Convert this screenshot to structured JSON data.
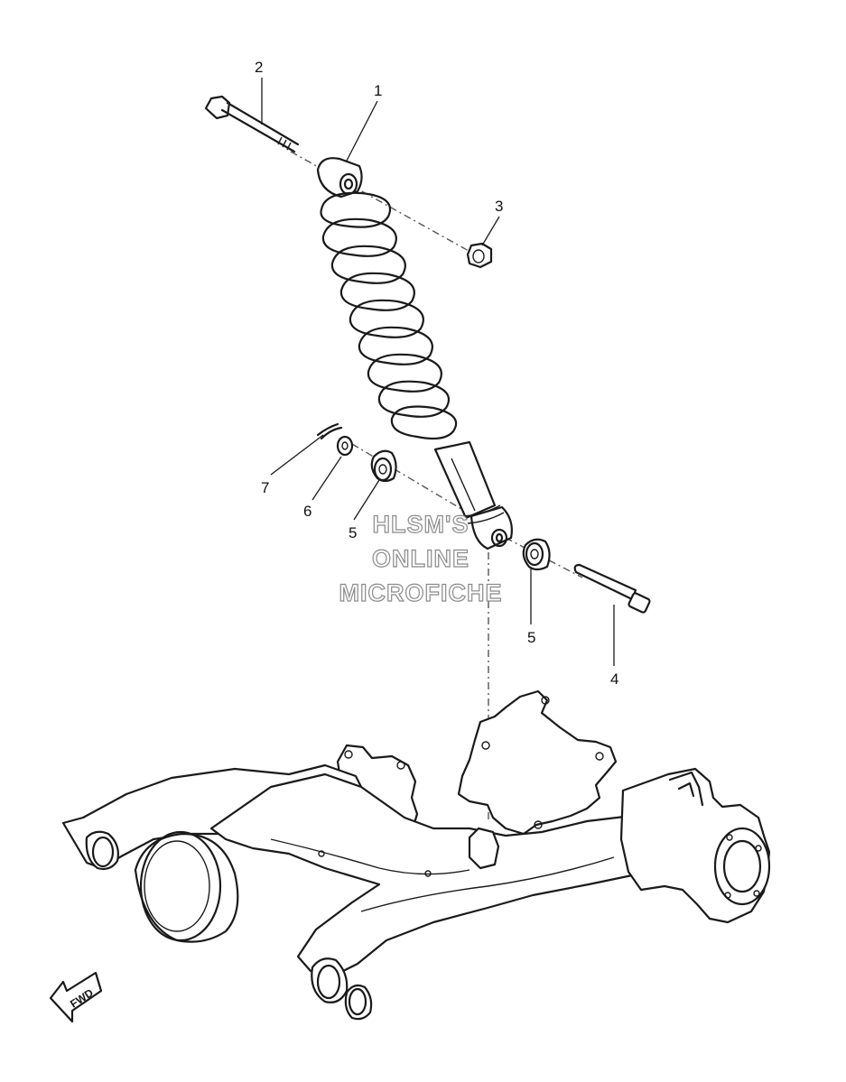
{
  "callouts": [
    {
      "id": "callout-1",
      "label": "1"
    },
    {
      "id": "callout-2",
      "label": "2"
    },
    {
      "id": "callout-3",
      "label": "3"
    },
    {
      "id": "callout-4",
      "label": "4"
    },
    {
      "id": "callout-5a",
      "label": "5"
    },
    {
      "id": "callout-5b",
      "label": "5"
    },
    {
      "id": "callout-6",
      "label": "6"
    },
    {
      "id": "callout-7",
      "label": "7"
    }
  ],
  "watermark": {
    "line1": "HLSM'S",
    "line2": "ONLINE",
    "line3": "MICROFICHE"
  },
  "direction_arrow": {
    "label": "FWD"
  }
}
